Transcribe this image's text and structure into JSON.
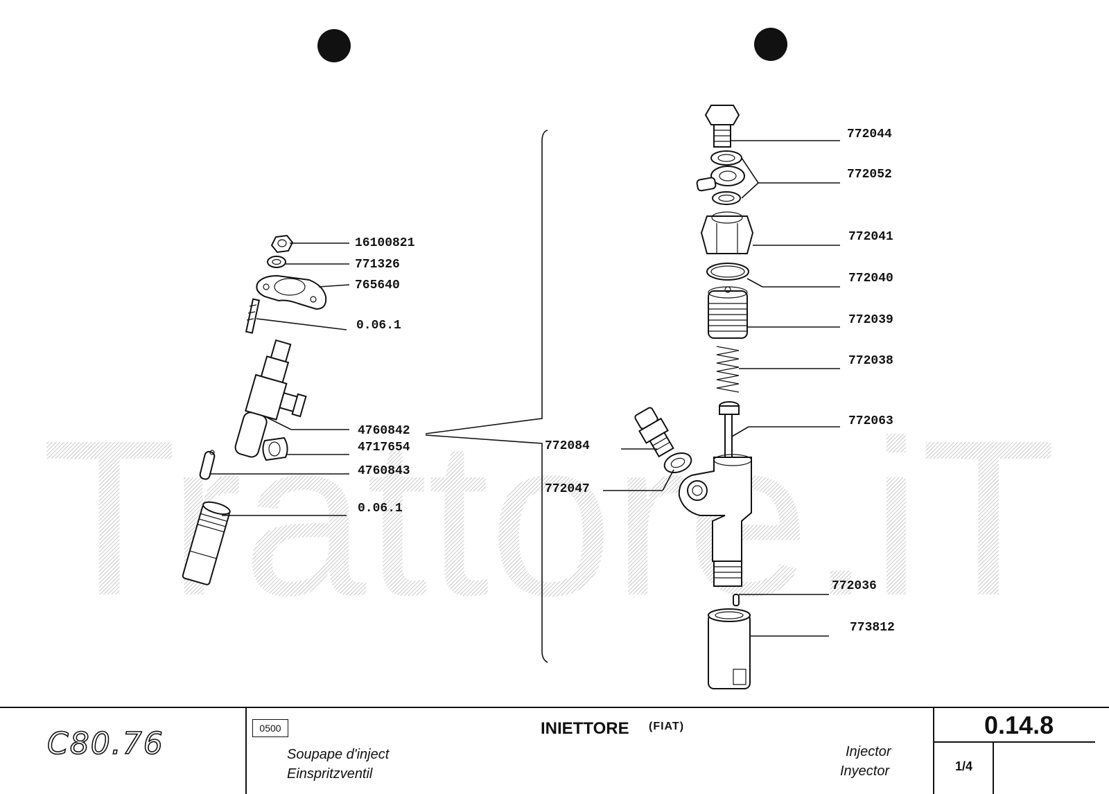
{
  "parts_left": [
    {
      "label": "16100821"
    },
    {
      "label": "771326"
    },
    {
      "label": "765640"
    },
    {
      "label": "0.06.1"
    },
    {
      "label": "4760842"
    },
    {
      "label": "4717654"
    },
    {
      "label": "4760843"
    },
    {
      "label": "0.06.1"
    }
  ],
  "parts_right": [
    {
      "label": "772044"
    },
    {
      "label": "772052"
    },
    {
      "label": "772041"
    },
    {
      "label": "772040"
    },
    {
      "label": "772039"
    },
    {
      "label": "772038"
    },
    {
      "label": "772063"
    },
    {
      "label": "772084"
    },
    {
      "label": "772047"
    },
    {
      "label": "772036"
    },
    {
      "label": "773812"
    }
  ],
  "watermark": "Trattore.iT",
  "footer": {
    "model": "C80.76",
    "group_code": "0500",
    "title_it": "INIETTORE",
    "title_brand": "(FIAT)",
    "title_fr": "Soupape d'inject",
    "title_de": "Einspritzventil",
    "title_en": "Injector",
    "title_es": "Inyector",
    "ref_number": "0.14.8",
    "sheet": "1/4"
  }
}
